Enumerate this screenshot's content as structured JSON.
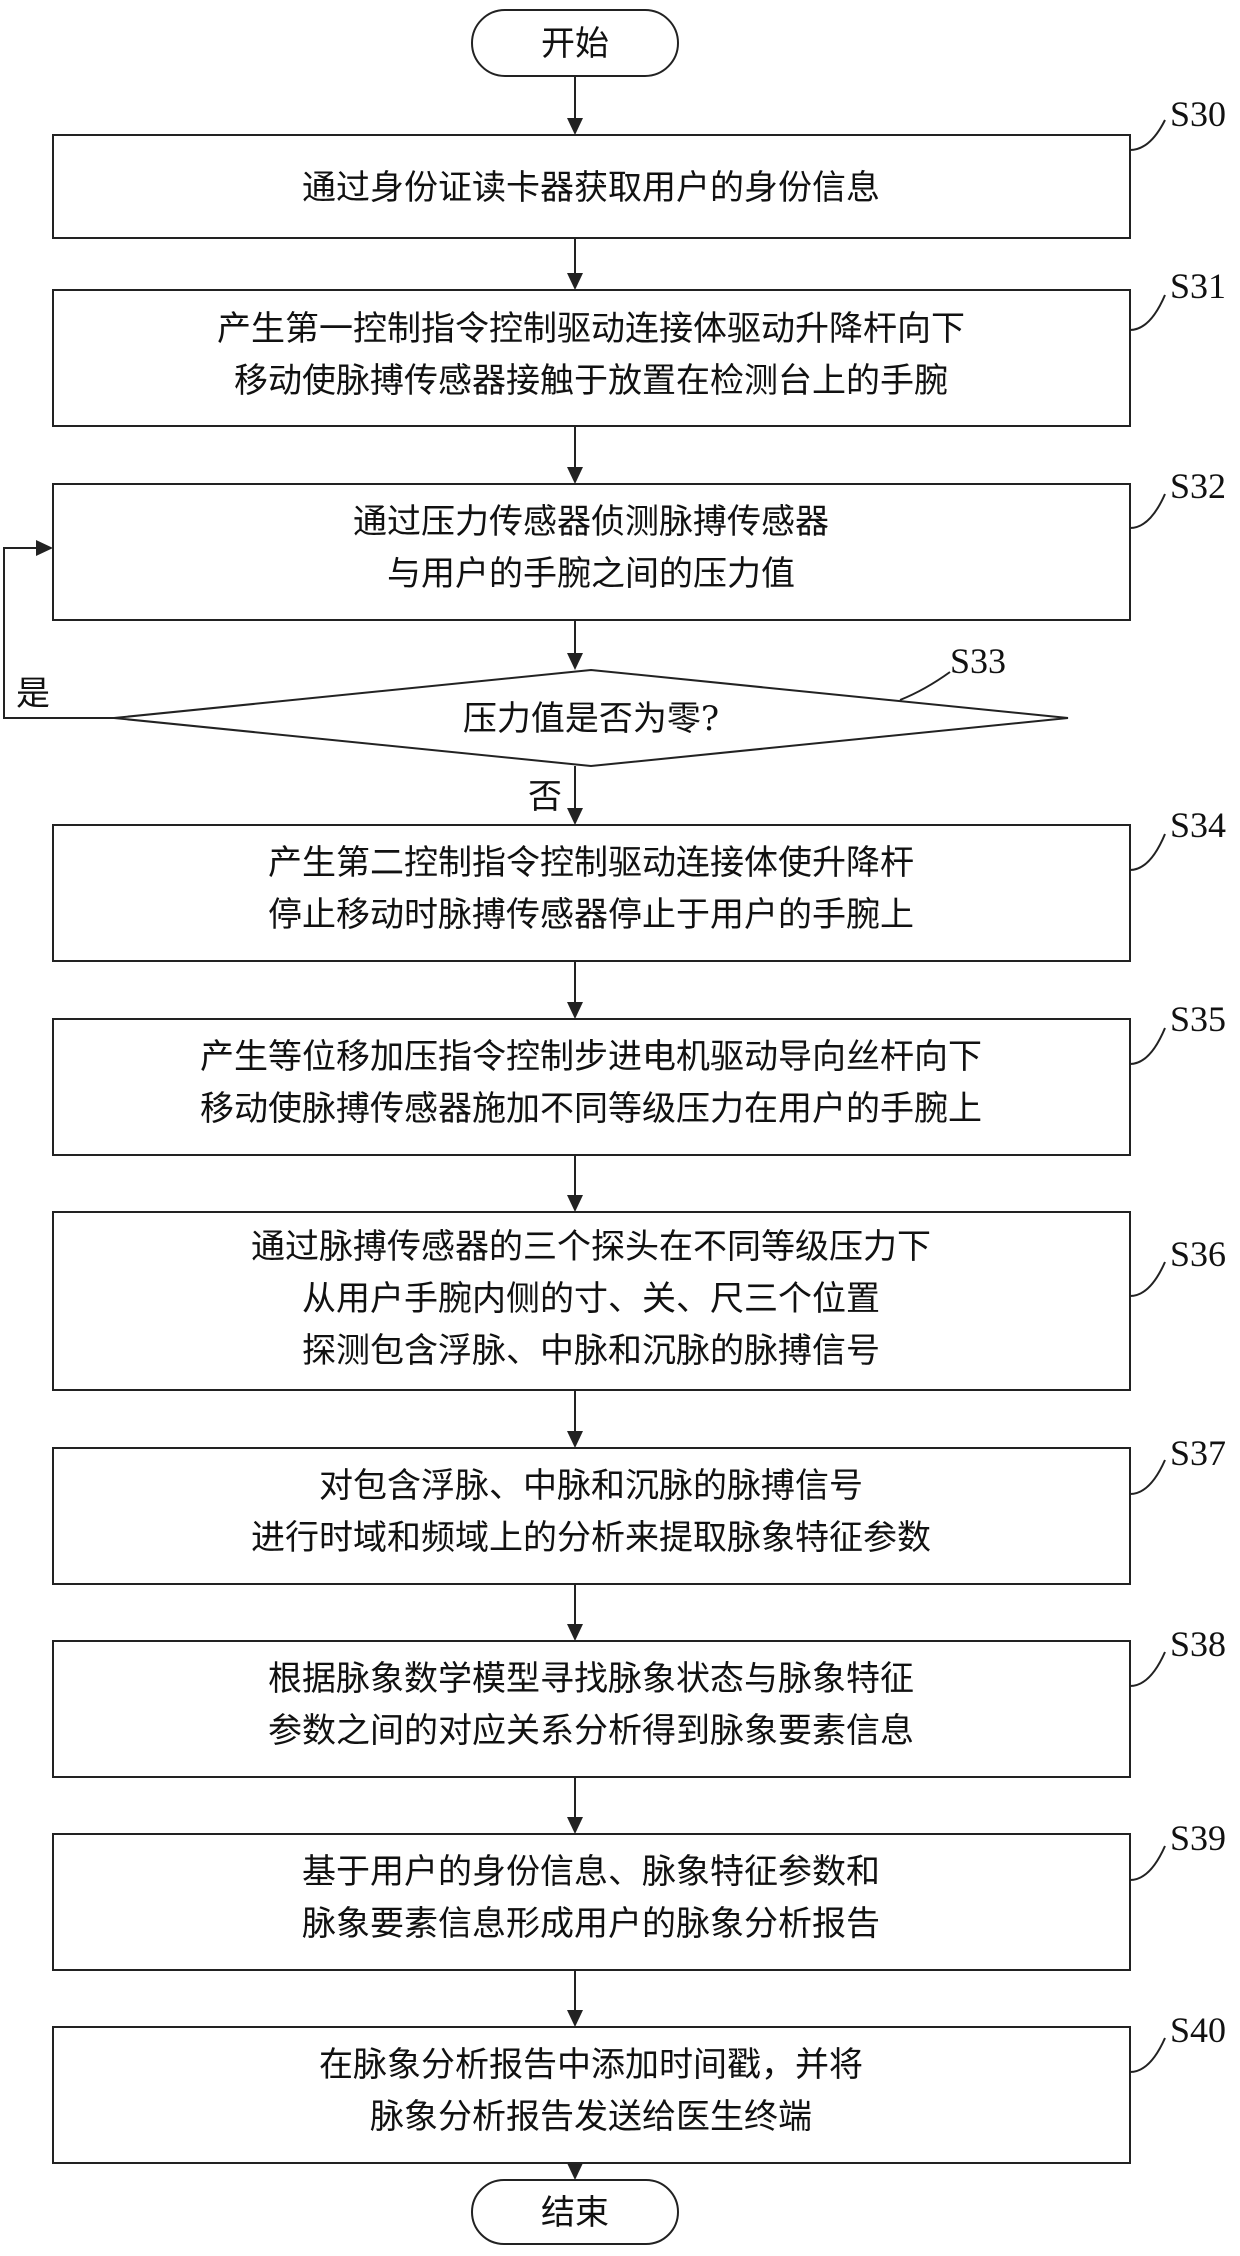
{
  "terminals": {
    "start": "开始",
    "end": "结束"
  },
  "steps": [
    {
      "id": "S30",
      "lines": [
        "通过身份证读卡器获取用户的身份信息"
      ]
    },
    {
      "id": "S31",
      "lines": [
        "产生第一控制指令控制驱动连接体驱动升降杆向下",
        "移动使脉搏传感器接触于放置在检测台上的手腕"
      ]
    },
    {
      "id": "S32",
      "lines": [
        "通过压力传感器侦测脉搏传感器",
        "与用户的手腕之间的压力值"
      ]
    },
    {
      "id": "S34",
      "lines": [
        "产生第二控制指令控制驱动连接体使升降杆",
        "停止移动时脉搏传感器停止于用户的手腕上"
      ]
    },
    {
      "id": "S35",
      "lines": [
        "产生等位移加压指令控制步进电机驱动导向丝杆向下",
        "移动使脉搏传感器施加不同等级压力在用户的手腕上"
      ]
    },
    {
      "id": "S36",
      "lines": [
        "通过脉搏传感器的三个探头在不同等级压力下",
        "从用户手腕内侧的寸、关、尺三个位置",
        "探测包含浮脉、中脉和沉脉的脉搏信号"
      ]
    },
    {
      "id": "S37",
      "lines": [
        "对包含浮脉、中脉和沉脉的脉搏信号",
        "进行时域和频域上的分析来提取脉象特征参数"
      ]
    },
    {
      "id": "S38",
      "lines": [
        "根据脉象数学模型寻找脉象状态与脉象特征",
        "参数之间的对应关系分析得到脉象要素信息"
      ]
    },
    {
      "id": "S39",
      "lines": [
        "基于用户的身份信息、脉象特征参数和",
        "脉象要素信息形成用户的脉象分析报告"
      ]
    },
    {
      "id": "S40",
      "lines": [
        "在脉象分析报告中添加时间戳，并将",
        "脉象分析报告发送给医生终端"
      ]
    }
  ],
  "decision": {
    "id": "S33",
    "text": "压力值是否为零?",
    "yes": "是",
    "no": "否"
  }
}
